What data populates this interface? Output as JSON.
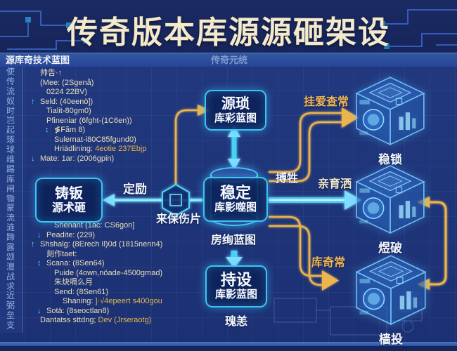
{
  "title": "传奇版本库源源砸架设",
  "subheader": {
    "left": "源库奇技术蓝图",
    "center": "传奇元统"
  },
  "colors": {
    "accent_cyan": "#3fc8f6",
    "accent_gold": "#e9b54e",
    "cream_title": "#f4e9cb",
    "background": "#1e3476"
  },
  "side_chars": [
    "使",
    "传",
    "流",
    "奴",
    "时",
    "岂",
    "起",
    "琢",
    "球",
    "维",
    "踢",
    "库",
    "闸",
    "锄",
    "蒙",
    "流",
    "涟",
    "蹄",
    "露",
    "颂",
    "澶",
    "战",
    "求",
    "近",
    "弼",
    "垒",
    "支"
  ],
  "code": {
    "top_lines": [
      {
        "pre": "",
        "ind": "i1",
        "t1": "帅告·↑",
        "t2": ""
      },
      {
        "pre": "",
        "ind": "i1",
        "t1": "(Mee: (2Sgenå)",
        "t2": ""
      },
      {
        "pre": "",
        "ind": "i2",
        "t1": "0224 22BV)",
        "t2": ""
      },
      {
        "pre": "↑",
        "ind": "i1",
        "t1": "Seld: (40eenö])",
        "t2": ""
      },
      {
        "pre": "",
        "ind": "i2",
        "t1": "Tialit-80gm0)",
        "t2": ""
      },
      {
        "pre": "",
        "ind": "i2",
        "t1": "Pfineniar (6fght-(1C6en))",
        "t2": ""
      },
      {
        "pre": "↕",
        "ind": "i3",
        "t1": "≸Fãm 8)",
        "t2": ""
      },
      {
        "pre": "",
        "ind": "i3",
        "t1": "Sulernat-i80C85fgund0)",
        "t2": ""
      },
      {
        "pre": "",
        "ind": "i3",
        "t1": "Hriädlining: ",
        "t2": "4eotie 237Ebjp"
      },
      {
        "pre": "↓",
        "ind": "i1",
        "t1": "Mate: 1ar: (2006gpin)",
        "t2": ""
      }
    ],
    "bottom_lines": [
      {
        "pre": "",
        "ind": "i3",
        "t1": "Shenant (1ac: CS6gon]",
        "t2": ""
      },
      {
        "pre": "↓",
        "ind": "i2",
        "t1": "Peadite: (229)",
        "t2": ""
      },
      {
        "pre": "↑",
        "ind": "i1",
        "t1": "Shshalg: (8Erech Il)0d (1815nenn4)",
        "t2": ""
      },
      {
        "pre": "",
        "ind": "i2",
        "t1": "刻作taet:",
        "t2": ""
      },
      {
        "pre": "↕",
        "ind": "i2",
        "t1": "Scana: (8Sen64)",
        "t2": ""
      },
      {
        "pre": "",
        "ind": "i3",
        "t1": "Puide (4own,nöade-4500gmad)",
        "t2": ""
      },
      {
        "pre": "",
        "ind": "i3",
        "t1": "朱炔嗝么月",
        "t2": ""
      },
      {
        "pre": "",
        "ind": "i3",
        "t1": "Send: (8Sen61)",
        "t2": ""
      },
      {
        "pre": "",
        "ind": "i4",
        "t1": "Shaning: ",
        "t2": "]·√4epeert s400gou"
      },
      {
        "pre": "↓",
        "ind": "i2",
        "t1": "Sotä: (8seoctlan8)",
        "t2": ""
      },
      {
        "pre": "",
        "ind": "i1",
        "t1": "Dantatss sttdng; ",
        "t2": "Dev (Jrseraotg)"
      }
    ]
  },
  "flow": {
    "left_box": {
      "line1": "铸钣",
      "line2": "源术砸"
    },
    "top_box": {
      "line1": "源琐",
      "line2": "库彩蓝图"
    },
    "center_box": {
      "line1": "稳定",
      "line2": "库影噬图"
    },
    "bottom_box": {
      "line1": "持设",
      "line2": "库影蓝图"
    },
    "labels": {
      "left_arrow": "定励",
      "below_hex": "来保伤片",
      "branch_up": "搏牲",
      "to_mid_cube": "亲育洒",
      "to_top_cube": "挂爱查常",
      "to_bottom_cube": "库奇常",
      "below_cylinder": "房绚蓝图",
      "bottom_note": "瑰恙"
    },
    "cubes": [
      {
        "label": "稳锁"
      },
      {
        "label": "煜破"
      },
      {
        "label": "樯投"
      }
    ]
  }
}
